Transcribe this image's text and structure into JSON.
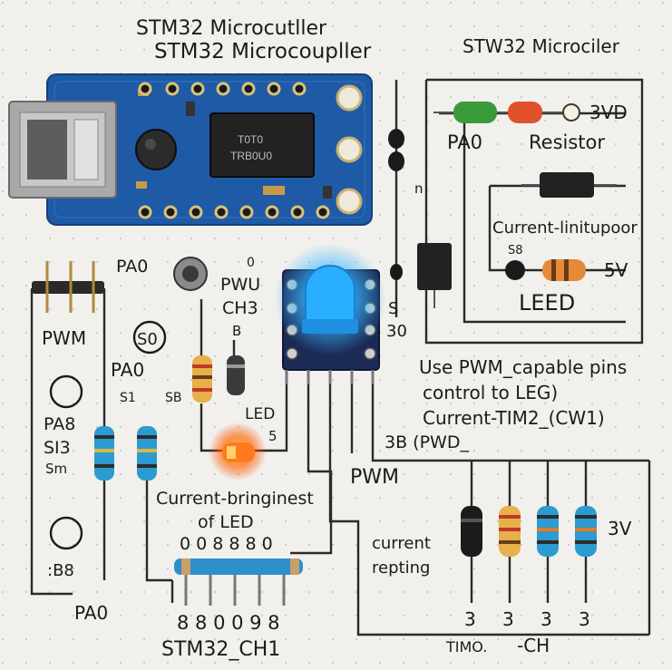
{
  "labels": {
    "title_top": "STM32 Microcutller",
    "title_main": "STM32 Microcoupller",
    "title_right": "STW32 Microciler",
    "r_pa0": "PA0",
    "r_resistor": "Resistor",
    "r_3vd": "3VD",
    "r_n": "n",
    "r_current_limit": "Current-linitupoor",
    "r_s8": "S8",
    "r_5v": "5V",
    "r_leed": "LEED",
    "l_pa0_top": "PA0",
    "l_pwm": "PWM",
    "l_s0": "S0",
    "l_pa0_mid": "PA0",
    "l_s1": "S1",
    "l_pa8": "PA8",
    "l_s13": "SI3",
    "l_sm": "Sm",
    "l_b8": ":B8",
    "m_0": "0",
    "m_pwu": "PWU",
    "m_ch3": "CH3",
    "m_b": "B",
    "m_sb": "SB",
    "m_led": "LED",
    "m_5": "5",
    "m_s": "S",
    "m_30": "30",
    "note1": "Use PWM_capable pins",
    "note2": "control to LEG)",
    "note3": "Current-TIM2_(CW1)",
    "note4": "3B (PWD_",
    "c_pwm": "PWM",
    "c_current_brightness": "Current-bringinest",
    "c_of_led": "of LED",
    "c_current": "current",
    "c_repting": "repting",
    "c_3v": "3V",
    "c_pa0": "PA0",
    "c_stm32_ch1": "STM32_CH1",
    "c_pins_top": "0 0 8 8 8 0",
    "c_pins_bot": "8 8 0 0 9 8",
    "c_tim": "TIMO.",
    "c_ch": "-CH",
    "c_3a": "3",
    "c_3b": "3",
    "c_3c": "3",
    "c_3d": "3",
    "chip_text_1": "T0T0",
    "chip_text_2": "TRB0U0"
  },
  "colors": {
    "board": "#1f5aa6",
    "led": "#35b6ff",
    "wire": "#2a2a2a",
    "paper": "#f1f0ec"
  }
}
